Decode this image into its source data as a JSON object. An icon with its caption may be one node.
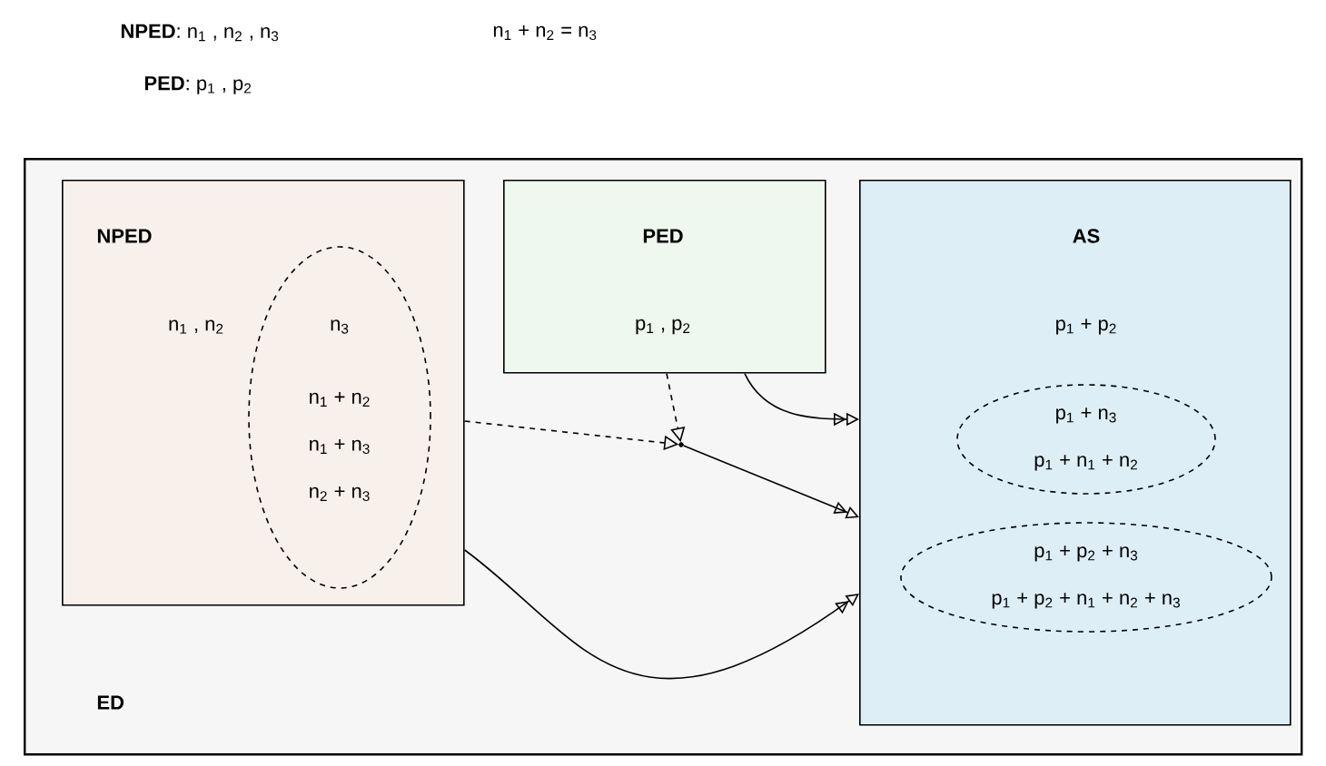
{
  "diagram": {
    "nodes": [
      {
        "text": [
          "ED"
        ]
      },
      {
        "text": [
          "NPED",
          "n$_{1}$ , n$_{2}$"
        ],
        "in": 0
      },
      {
        "text": [
          "n$_{3}$",
          "n$_{1}$ + n$_{2}$",
          "n$_{1}$ + n$_{3}$",
          "n$_{2}$ + n$_{3}$"
        ],
        "in": 1
      },
      {
        "text": [
          "PED",
          "p$_{1}$ , p$_{2}$"
        ],
        "in": 0
      },
      {
        "text": [
          "AS",
          "p$_{1}$ + p$_{2}$"
        ],
        "in": 0
      },
      {
        "text": [
          "p$_{1}$ + n$_{3}$",
          "p$_{1}$ + n$_{1}$ + n$_{2}$"
        ],
        "in": 4
      },
      {
        "text": [
          "p$_{1}$ + p$_{2}$ + n$_{3}$",
          "p$_{1}$ + p$_{2}$ + n$_{1}$ + n$_{2}$ + n$_{3}$"
        ],
        "in": 4
      },
      {
        "text": [],
        "shape": "point",
        "in": 0
      }
    ],
    "edges": [
      {
        "from": 1,
        "to": 7,
        "arrow": "to",
        "style": "dashed"
      },
      {
        "from": 3,
        "to": 7,
        "arrow": "to",
        "style": "dashed"
      },
      {
        "from": 3,
        "to": 4,
        "arrow": "to"
      },
      {
        "from": 7,
        "to": 4,
        "arrow": "to"
      },
      {
        "from": 1,
        "to": 4,
        "arrow": "to"
      }
    ],
    "labels": [
      "**NPED**: n$_{1}$ , n$_{2}$ , n$_{3}$",
      "n$_{1}$ + n$_{2}$ = n$_{3}$",
      "**PED**: p$_{1}$ , p$_{2}$"
    ]
  }
}
